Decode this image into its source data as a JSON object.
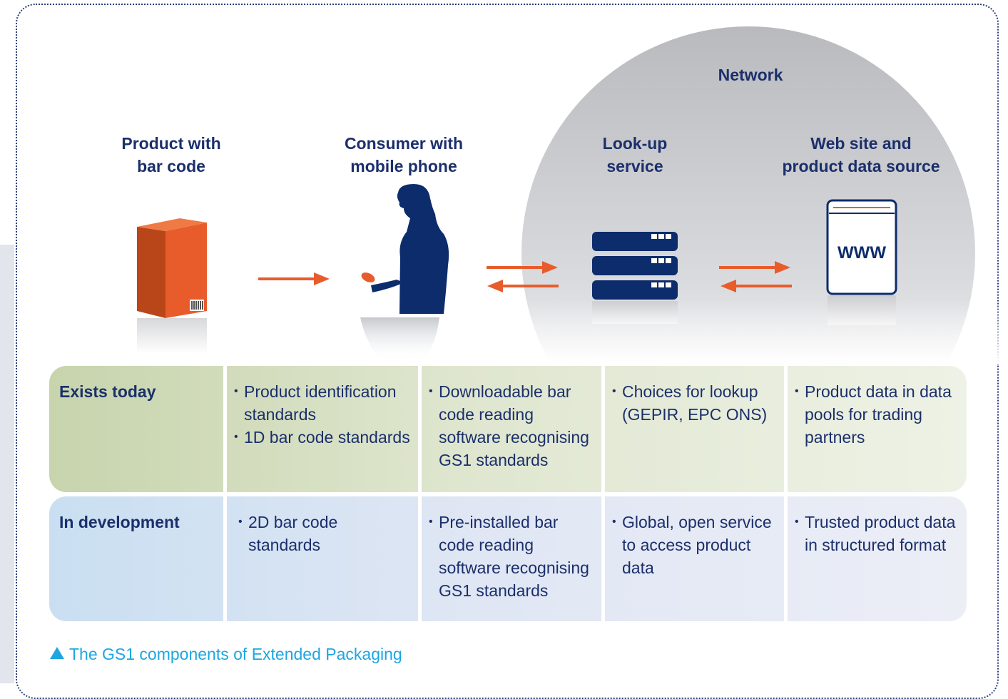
{
  "diagram": {
    "network_label": "Network",
    "nodes": [
      {
        "label": "Product with\nbar code"
      },
      {
        "label": "Consumer with\nmobile phone"
      },
      {
        "label": "Look-up\nservice"
      },
      {
        "label": "Web site and\nproduct data source"
      }
    ],
    "web_box_text": "WWW",
    "colors": {
      "navy": "#0c2c6b",
      "orange": "#e85c2c",
      "caption": "#1ea6e0"
    }
  },
  "table": {
    "rows": [
      {
        "header": "Exists today",
        "cells": [
          [
            "Product identification standards",
            "1D bar code standards"
          ],
          [
            "Downloadable bar code reading software recognising GS1 standards"
          ],
          [
            "Choices for lookup (GEPIR, EPC ONS)"
          ],
          [
            "Product data in data pools for trading partners"
          ]
        ]
      },
      {
        "header": "In development",
        "cells": [
          [
            "2D bar code standards"
          ],
          [
            "Pre-installed bar code reading software recognising GS1 standards"
          ],
          [
            "Global, open service to access product data"
          ],
          [
            "Trusted product data in structured format"
          ]
        ]
      }
    ]
  },
  "caption": "The GS1 components of Extended Packaging"
}
